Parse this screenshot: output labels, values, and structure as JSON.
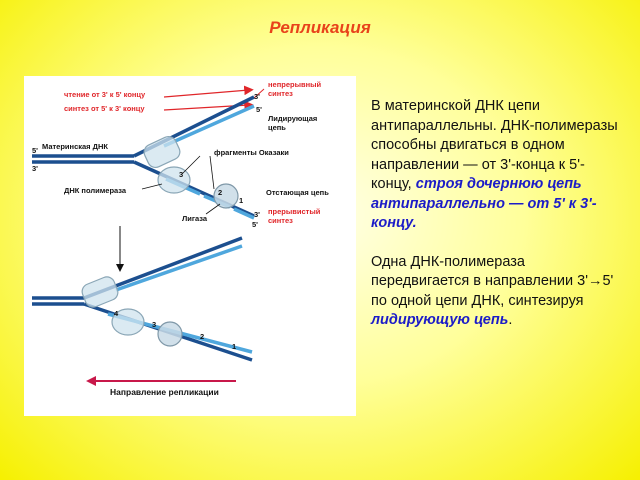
{
  "title": "Репликация",
  "diagram": {
    "read_label": "чтение от 3' к 5' концу",
    "synth_label": "синтез от 5' к 3' концу",
    "continuous_synthesis": "непрерывный синтез",
    "leading_strand": "Лидирующая цепь",
    "parent_dna": "Материнская ДНК",
    "okazaki_fragments": "фрагменты Оказаки",
    "dna_polymerase": "ДНК полимераза",
    "lagging_strand": "Отстающая цепь",
    "ligase": "Лигаза",
    "discontinuous_synthesis": "прерывистый синтез",
    "replication_direction": "Направление репликации",
    "end_5": "5'",
    "end_3": "3'",
    "fragment_numbers_top": [
      "3",
      "2",
      "1"
    ],
    "fragment_numbers_bottom": [
      "4",
      "3",
      "2",
      "1"
    ]
  },
  "description": {
    "p1_text": "В материнской ДНК цепи антипараллельны. ДНК-полимеразы способны двигаться в одном направлении — от 3'-конца к 5'-концу, ",
    "p1_emphasis": "строя дочернюю цепь антипараллельно — от 5' к 3'-концу.",
    "p2_text": "Одна ДНК-полимераза передвигается в направлении 3'→5' по одной цепи ДНК, синтезируя ",
    "p2_emphasis": "лидирующую цепь",
    "p2_end": "."
  },
  "colors": {
    "title": "#e8431b",
    "dark_strand": "#1c4f8f",
    "light_strand": "#4fa7dd",
    "label_red": "#e0262a",
    "emphasis": "#1c1cc8",
    "direction_arrow": "#c8184a"
  }
}
